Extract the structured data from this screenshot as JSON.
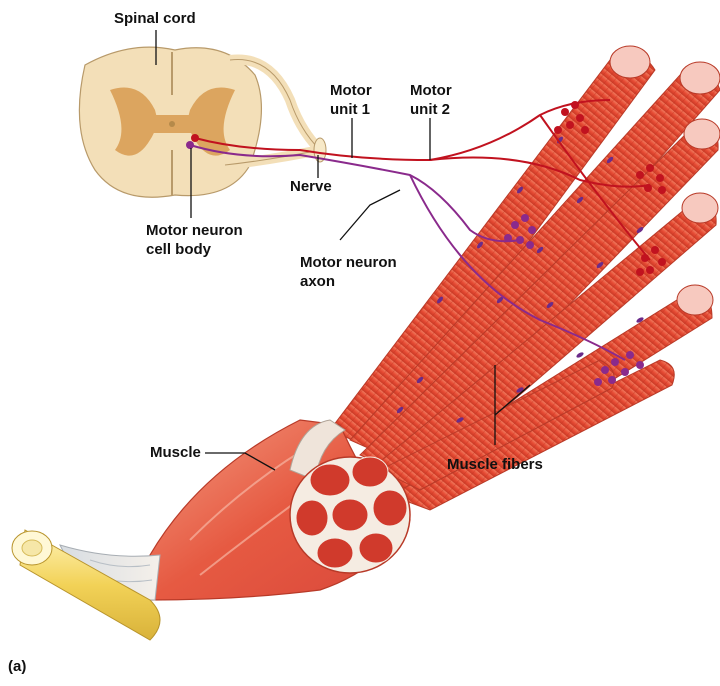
{
  "labels": {
    "spinal_cord": "Spinal cord",
    "motor_unit_1_line1": "Motor",
    "motor_unit_1_line2": "unit 1",
    "motor_unit_2_line1": "Motor",
    "motor_unit_2_line2": "unit 2",
    "nerve": "Nerve",
    "motor_neuron_cell_body_line1": "Motor neuron",
    "motor_neuron_cell_body_line2": "cell body",
    "motor_neuron_axon_line1": "Motor neuron",
    "motor_neuron_axon_line2": "axon",
    "muscle": "Muscle",
    "muscle_fibers": "Muscle fibers",
    "panel": "(a)"
  },
  "colors": {
    "spinal_white_matter": "#f3dfb8",
    "spinal_gray_matter": "#dca55f",
    "muscle_red": "#e8503a",
    "muscle_light": "#f28a6e",
    "motor_unit_1_color": "#c1121f",
    "motor_unit_2_color": "#8a2a8c",
    "fiber_nucleus": "#6a2b8a",
    "tendon_bone": "#f3d46a"
  }
}
